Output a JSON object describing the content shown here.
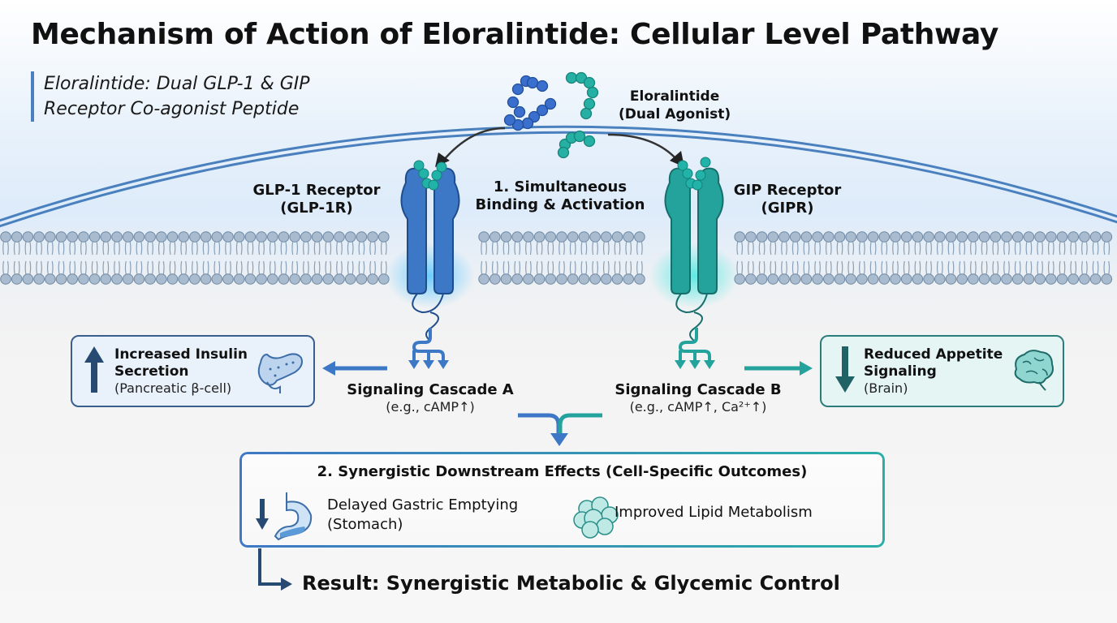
{
  "title": "Mechanism of Action of Eloralintide: Cellular Level Pathway",
  "subtitle": {
    "line1": "Eloralintide: Dual GLP-1 & GIP",
    "line2": "Receptor Co-agonist Peptide"
  },
  "ligand": {
    "line1": "Eloralintide",
    "line2": "(Dual Agonist)"
  },
  "receptors": {
    "left": {
      "name": "GLP-1 Receptor",
      "abbr": "(GLP-1R)",
      "color": "#3d78c6"
    },
    "right": {
      "name": "GIP Receptor",
      "abbr": "(GIPR)",
      "color": "#23a39c"
    }
  },
  "step1": {
    "line1": "1. Simultaneous",
    "line2": "Binding & Activation"
  },
  "cascades": {
    "a": {
      "name": "Signaling Cascade A",
      "detail": "(e.g., cAMP↑)"
    },
    "b": {
      "name": "Signaling Cascade B",
      "detail": "(e.g., cAMP↑, Ca²⁺↑)"
    }
  },
  "outcomes": {
    "left": {
      "line1": "Increased Insulin",
      "line2": "Secretion",
      "detail": "(Pancreatic β-cell)",
      "direction": "up-arrow-icon",
      "organ": "pancreas-icon"
    },
    "right": {
      "line1": "Reduced Appetite",
      "line2": "Signaling",
      "detail": "(Brain)",
      "direction": "down-arrow-icon",
      "organ": "brain-icon"
    }
  },
  "synergy": {
    "title": "2. Synergistic Downstream Effects (Cell-Specific Outcomes)",
    "effects": [
      {
        "line1": "Delayed Gastric Emptying",
        "line2": "(Stomach)",
        "icon": "stomach-icon"
      },
      {
        "line1": "Improved Lipid Metabolism",
        "icon": "adipocyte-cluster-icon"
      }
    ]
  },
  "result": "Result: Synergistic Metabolic & Glycemic Control",
  "colors": {
    "glp1_blue": "#3d78c6",
    "gip_teal": "#23a39c",
    "dark_navy": "#274a73",
    "dark_teal": "#1f6366",
    "membrane": "#a9bccf"
  }
}
